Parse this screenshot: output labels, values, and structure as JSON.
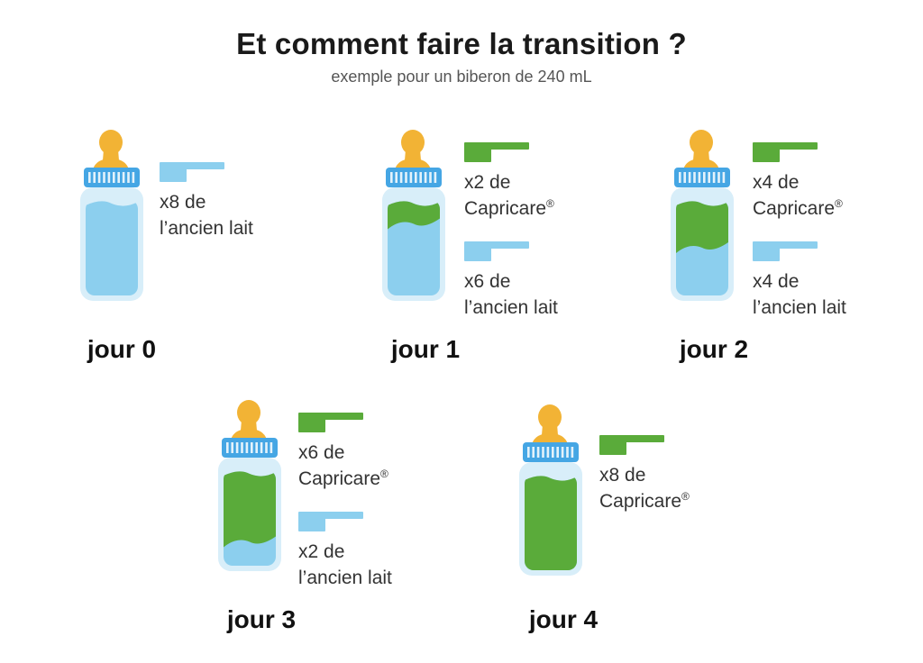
{
  "title": "Et comment faire la transition ?",
  "subtitle": "exemple pour un biberon de 240 mL",
  "colors": {
    "old_milk": "#8ccfee",
    "new_milk": "#5aab3a",
    "bottle_body": "#d8eef9",
    "cap": "#45a6e4",
    "nipple": "#f2b335",
    "text": "#333333"
  },
  "icons": [
    "baby-bottle-icon",
    "measuring-scoop-icon"
  ],
  "days": [
    {
      "label": "jour 0",
      "new_fraction": 0,
      "doses": [
        {
          "type": "old",
          "count": "x8 de",
          "product": "l’ancien lait",
          "registered": false
        }
      ]
    },
    {
      "label": "jour 1",
      "new_fraction": 0.25,
      "doses": [
        {
          "type": "new",
          "count": "x2 de",
          "product": "Capricare",
          "registered": true
        },
        {
          "type": "old",
          "count": "x6 de",
          "product": "l’ancien lait",
          "registered": false
        }
      ]
    },
    {
      "label": "jour 2",
      "new_fraction": 0.5,
      "doses": [
        {
          "type": "new",
          "count": "x4 de",
          "product": "Capricare",
          "registered": true
        },
        {
          "type": "old",
          "count": "x4 de",
          "product": "l’ancien lait",
          "registered": false
        }
      ]
    },
    {
      "label": "jour 3",
      "new_fraction": 0.75,
      "doses": [
        {
          "type": "new",
          "count": "x6 de",
          "product": "Capricare",
          "registered": true
        },
        {
          "type": "old",
          "count": "x2 de",
          "product": "l’ancien lait",
          "registered": false
        }
      ]
    },
    {
      "label": "jour 4",
      "new_fraction": 1,
      "doses": [
        {
          "type": "new",
          "count": "x8 de",
          "product": "Capricare",
          "registered": true
        }
      ]
    }
  ],
  "registered_mark": "®"
}
